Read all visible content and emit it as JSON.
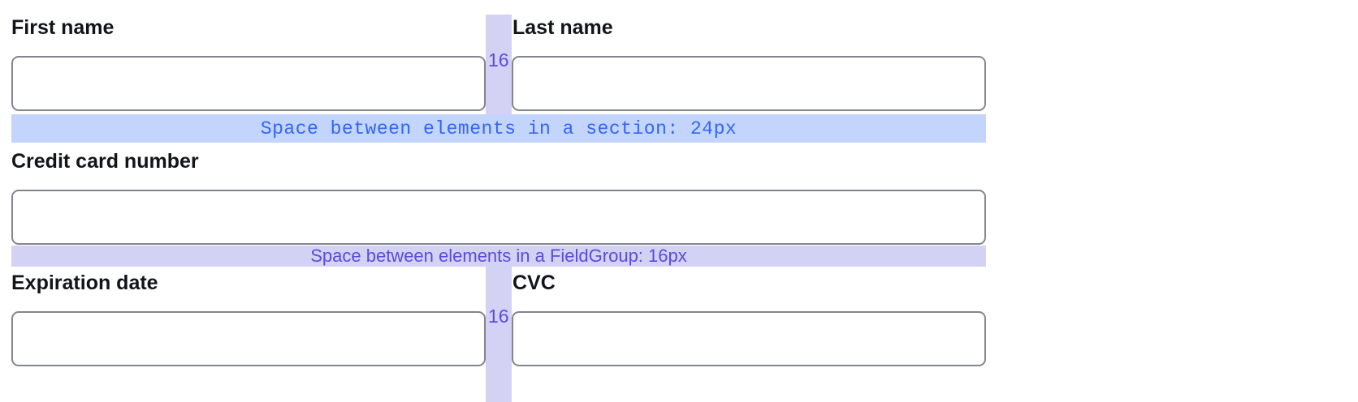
{
  "page": {
    "title": "Form spacing specification overlay",
    "background": "#ffffff"
  },
  "colors": {
    "section_bar_bg": "#c3d4fd",
    "section_bar_text": "#3366f5",
    "fieldgroup_bar_bg": "#d3d2f5",
    "fieldgroup_bar_text": "#5b4bdd",
    "gap_column_bg": "#d3d2f5",
    "gap_label_text": "#5b4bdd",
    "input_border": "#83858f",
    "label_text": "#12141a"
  },
  "fields": [
    {
      "id": "first-name",
      "label": "First name",
      "value": "",
      "placeholder": ""
    },
    {
      "id": "last-name",
      "label": "Last name",
      "value": "",
      "placeholder": ""
    },
    {
      "id": "credit-card-number",
      "label": "Credit card number",
      "value": "",
      "placeholder": ""
    },
    {
      "id": "expiration-date",
      "label": "Expiration date",
      "value": "",
      "placeholder": ""
    },
    {
      "id": "cvc",
      "label": "CVC",
      "value": "",
      "placeholder": ""
    }
  ],
  "annotations": {
    "gap_labels": [
      {
        "id": "gap-name-row",
        "text": "16"
      },
      {
        "id": "gap-card-row",
        "text": "16"
      }
    ],
    "bars": [
      {
        "id": "section-spacing",
        "text": "Space between elements in a section: 24px"
      },
      {
        "id": "fieldgroup-spacing",
        "text": "Space between elements in a FieldGroup: 16px"
      }
    ]
  }
}
